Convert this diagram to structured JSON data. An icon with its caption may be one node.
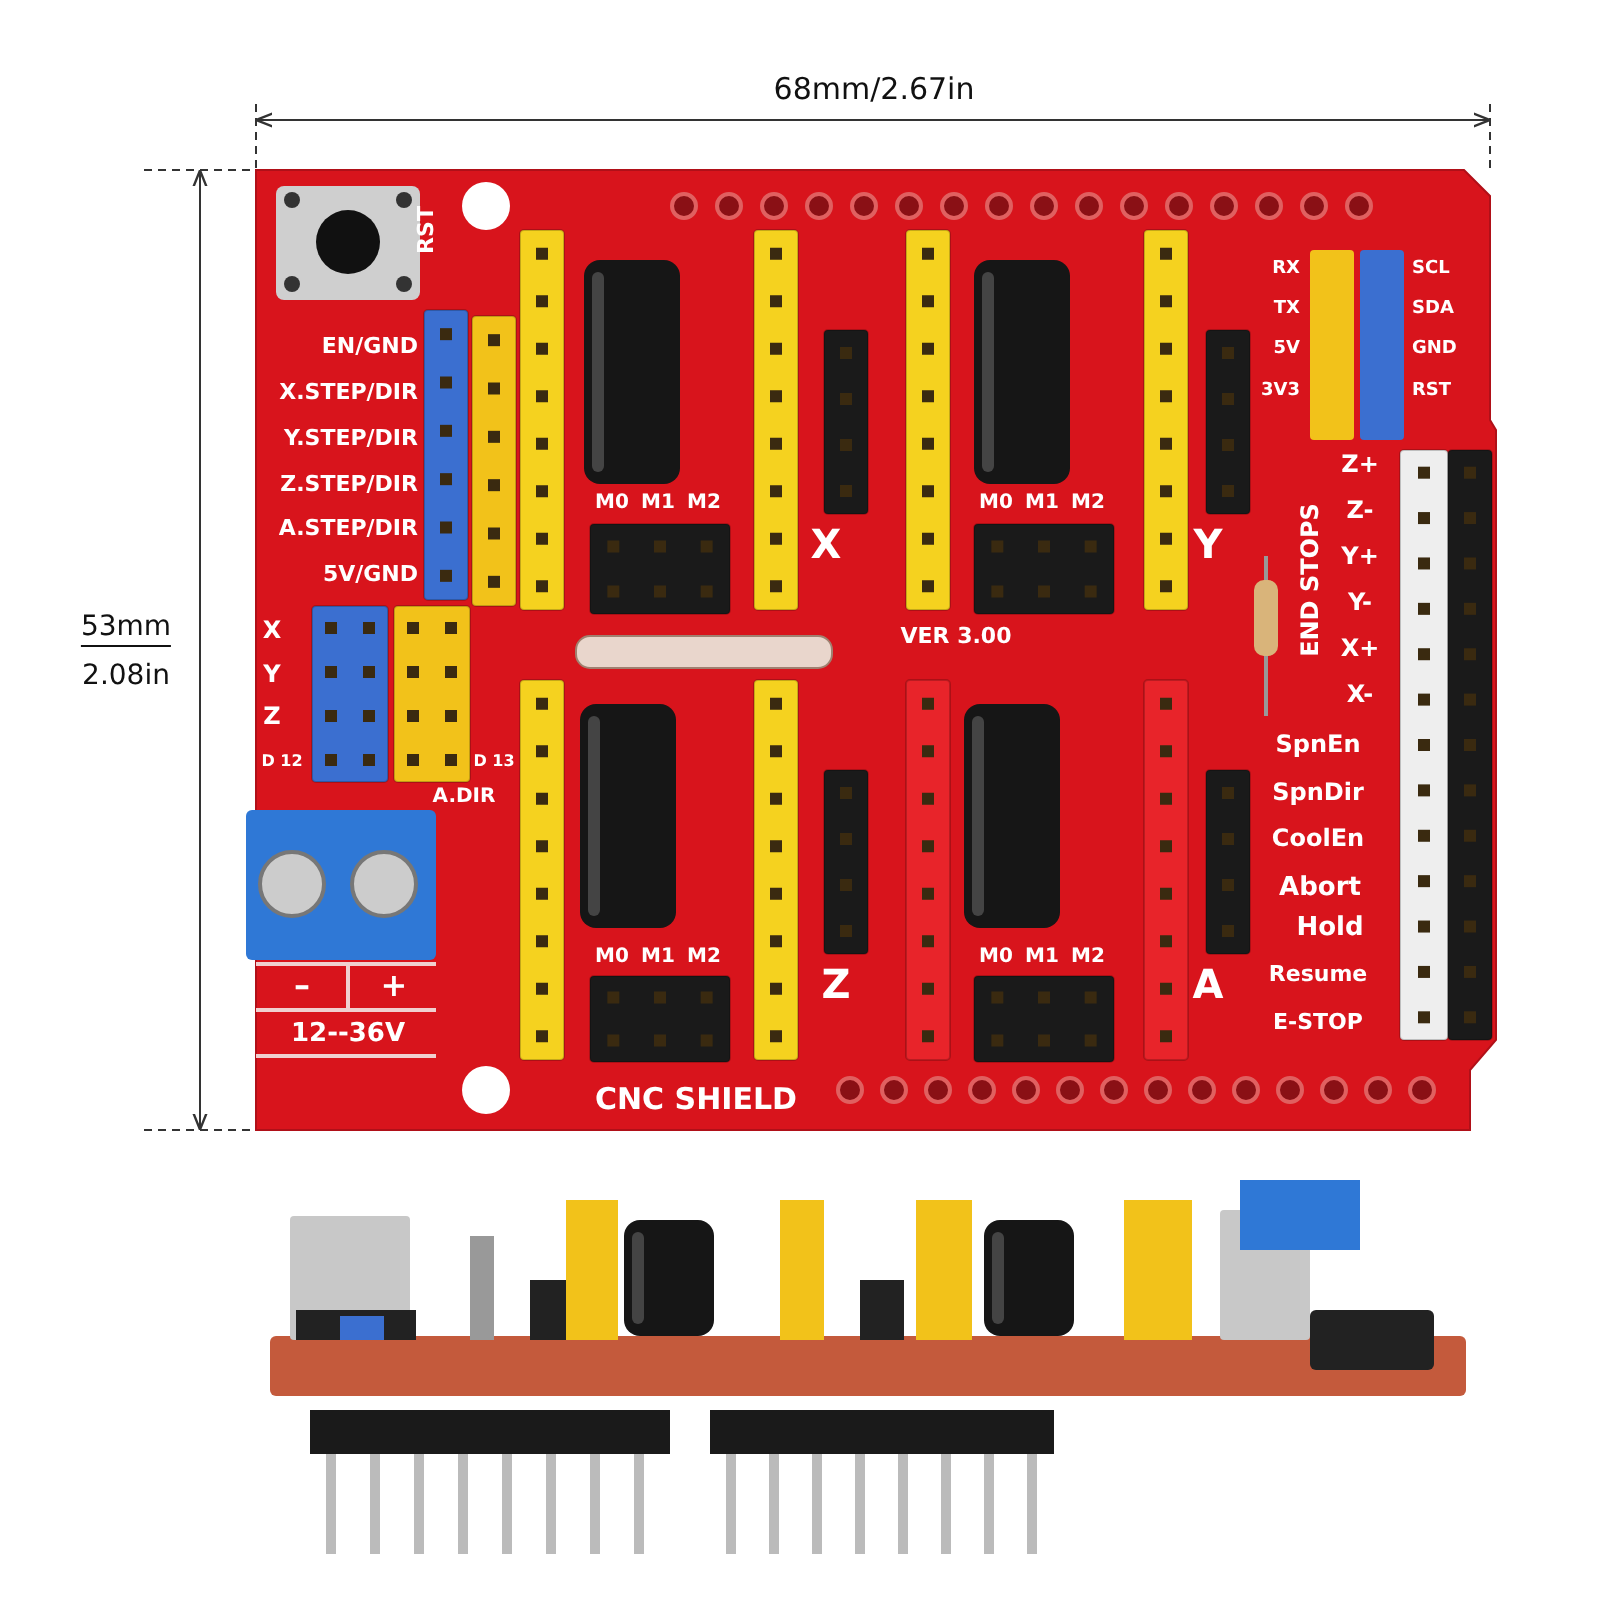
{
  "diagram": {
    "labels": [
      "68mm/2.67in",
      "RST",
      "RX",
      "SCL",
      "TX",
      "SDA",
      "5V",
      "GND",
      "3V3",
      "RST",
      "EN/GND",
      "X.STEP/DIR",
      "Y.STEP/DIR",
      "Z.STEP/DIR",
      "A.STEP/DIR",
      "5V/GND",
      "M0",
      "M1",
      "M2",
      "X",
      "M0",
      "M1",
      "M2",
      "Y",
      "Z+",
      "Z-",
      "Y+",
      "Y-",
      "X+",
      "X-",
      "END STOPS",
      "53mm",
      "2.08in",
      "X",
      "Y",
      "Z",
      "D 12",
      "D 13",
      "VER 3.00",
      "A.DIR",
      "SpnEn",
      "SpnDir",
      "CoolEn",
      "Abort",
      "Hold",
      "Resume",
      "E-STOP",
      "M0",
      "M1",
      "M2",
      "Z",
      "M0",
      "M1",
      "M2",
      "A",
      "–",
      "+",
      "12--36V",
      "CNC SHIELD"
    ]
  }
}
